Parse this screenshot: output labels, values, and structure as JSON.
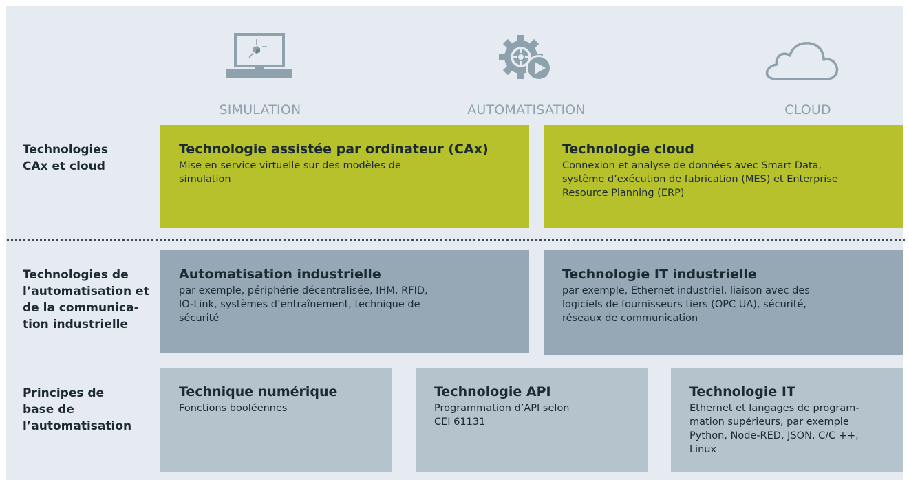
{
  "columns": [
    {
      "label": "SIMULATION",
      "icon": "monitor-icon"
    },
    {
      "label": "AUTOMATISATION",
      "icon": "gear-play-icon"
    },
    {
      "label": "CLOUD",
      "icon": "cloud-icon"
    }
  ],
  "rows": [
    {
      "label": "Technologies\nCAx et cloud"
    },
    {
      "label": "Technologies de\nl’automatisation et\nde la communica-\ntion industrielle"
    },
    {
      "label": "Principes de\nbase de\nl’automatisation"
    }
  ],
  "boxes": {
    "cax": {
      "title": "Technologie assistée par ordinateur (CAx)",
      "desc": "Mise en service virtuelle sur des modèles de\nsimulation"
    },
    "cloud": {
      "title": "Technologie cloud",
      "desc": "Connexion et analyse de données avec Smart Data,\nsystème d’exécution de fabrication (MES) et Enterprise\nResource Planning (ERP)"
    },
    "automation": {
      "title": "Automatisation industrielle",
      "desc": "par exemple, périphérie décentralisée, IHM, RFID,\nIO-Link, systèmes d’entraînement, technique de\nsécurité"
    },
    "it_industrial": {
      "title": "Technologie IT industrielle",
      "desc": "par exemple, Ethernet industriel, liaison avec des\nlogiciels de fournisseurs tiers (OPC UA), sécurité,\nréseaux de communication"
    },
    "digital": {
      "title": "Technique numérique",
      "desc": "Fonctions booléennes"
    },
    "plc": {
      "title": "Technologie API",
      "desc": "Programmation d’API selon\nCEI 61131"
    },
    "it": {
      "title": "Technologie IT",
      "desc": "Ethernet et langages de program-\nmation supérieurs, par exemple\nPython, Node-RED, JSON, C/C ++,\nLinux"
    }
  },
  "colors": {
    "background": "#e5ebf0",
    "lime": "#b7c12b",
    "slate": "#96a8b5",
    "pale": "#b5c3cc",
    "text_dark": "#1b2a33",
    "label_gray": "#8ea2ae"
  }
}
